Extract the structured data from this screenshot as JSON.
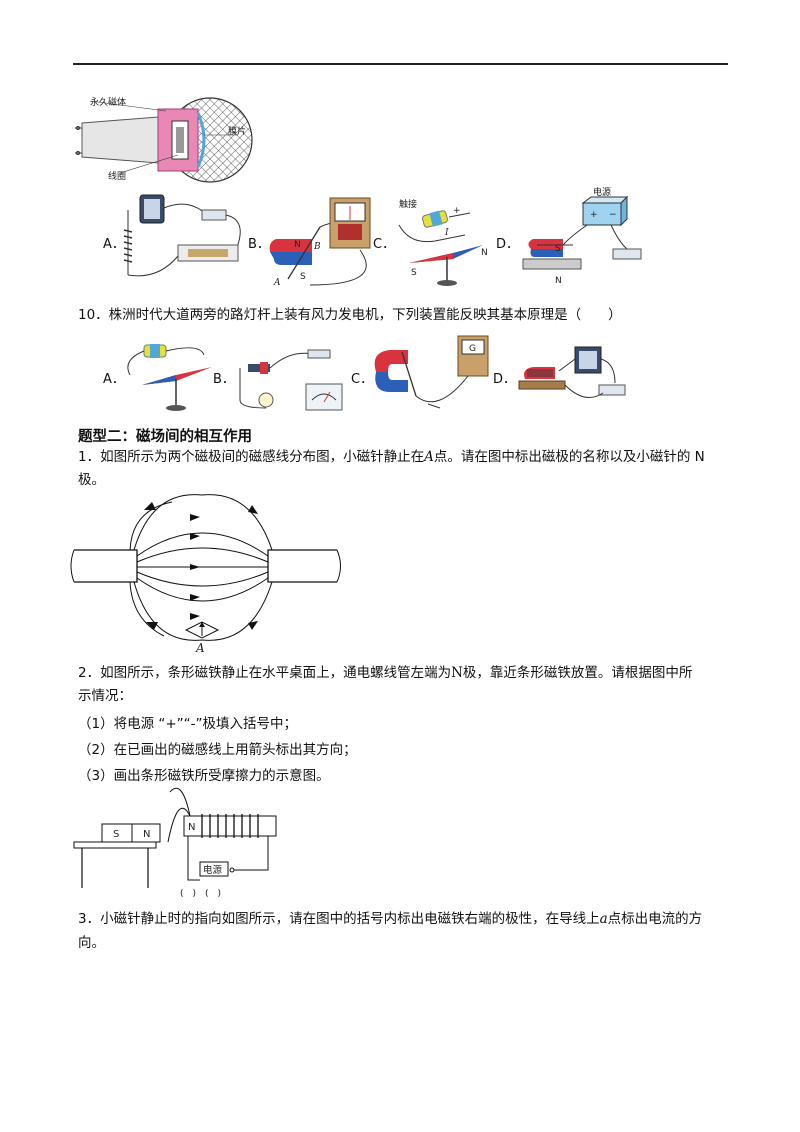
{
  "q9": {
    "mic_labels": {
      "magnet": "永久磁体",
      "diaphragm": "膜片",
      "coil": "线圈"
    },
    "options": [
      "A．",
      "B．",
      "C．",
      "D．"
    ],
    "b_labels": {
      "n": "N",
      "b": "B",
      "a": "A",
      "s": "S"
    },
    "c_labels": {
      "contact": "触接",
      "plus": "+",
      "i": "I",
      "s": "S",
      "n": "N"
    },
    "d_labels": {
      "power": "电源",
      "plus": "+",
      "minus": "−",
      "s": "S",
      "n": "N"
    }
  },
  "q10": {
    "text": "10．株洲时代大道两旁的路灯杆上装有风力发电机，下列装置能反映其基本原理是（　　）",
    "options": [
      "A．",
      "B．",
      "C．",
      "D．"
    ],
    "c_labels": {
      "g": "G"
    }
  },
  "section2": {
    "heading": "题型二：磁场间的相互作用",
    "q1_line1": "1．如图所示为两个磁极间的磁感线分布图，小磁针静止在",
    "q1_point": "A",
    "q1_line1_end": "点。请在图中标出磁极的名称以及小磁针的 N",
    "q1_line2": "极。",
    "q1_fig_label": "A",
    "q2_line1_a": "2．如图所示，条形磁铁静止在水平桌面上，通电螺线管左端为",
    "q2_n": "N",
    "q2_line1_b": "极，靠近条形磁铁放置。请根据图中所",
    "q2_line2": "示情况：",
    "q2_sub1": "（1）将电源 “+”“-”极填入括号中；",
    "q2_sub2": "（2）在已画出的磁感线上用箭头标出其方向；",
    "q2_sub3": "（3）画出条形磁铁所受摩擦力的示意图。",
    "q2_fig": {
      "s": "S",
      "n": "N",
      "coil_n": "N",
      "power": "电源",
      "brackets": "(　)　(　)"
    },
    "q3_line1_a": "3．小磁针静止时的指向如图所示，请在图中的括号内标出电磁铁右端的极性，在导线上",
    "q3_a": "a",
    "q3_line1_b": "点标出电流的方",
    "q3_line2": "向。"
  },
  "colors": {
    "magnet_red": "#d9333f",
    "magnet_blue": "#2b5fb8",
    "pink": "#e988b5",
    "cyan": "#4fa8d8"
  }
}
